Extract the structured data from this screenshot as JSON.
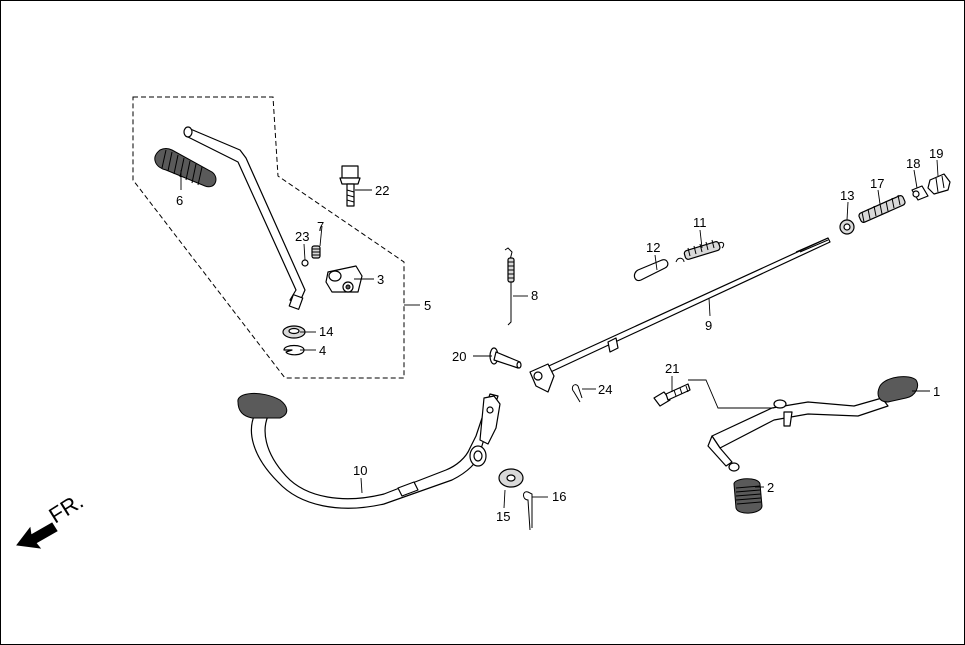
{
  "diagram": {
    "direction_label": "FR.",
    "callouts": [
      "1",
      "2",
      "3",
      "4",
      "5",
      "6",
      "7",
      "8",
      "9",
      "10",
      "11",
      "12",
      "13",
      "14",
      "15",
      "16",
      "17",
      "18",
      "19",
      "20",
      "21",
      "22",
      "23",
      "24"
    ]
  },
  "colors": {
    "line": "#000000",
    "background": "#ffffff",
    "pad_fill": "#5a5a5a"
  }
}
